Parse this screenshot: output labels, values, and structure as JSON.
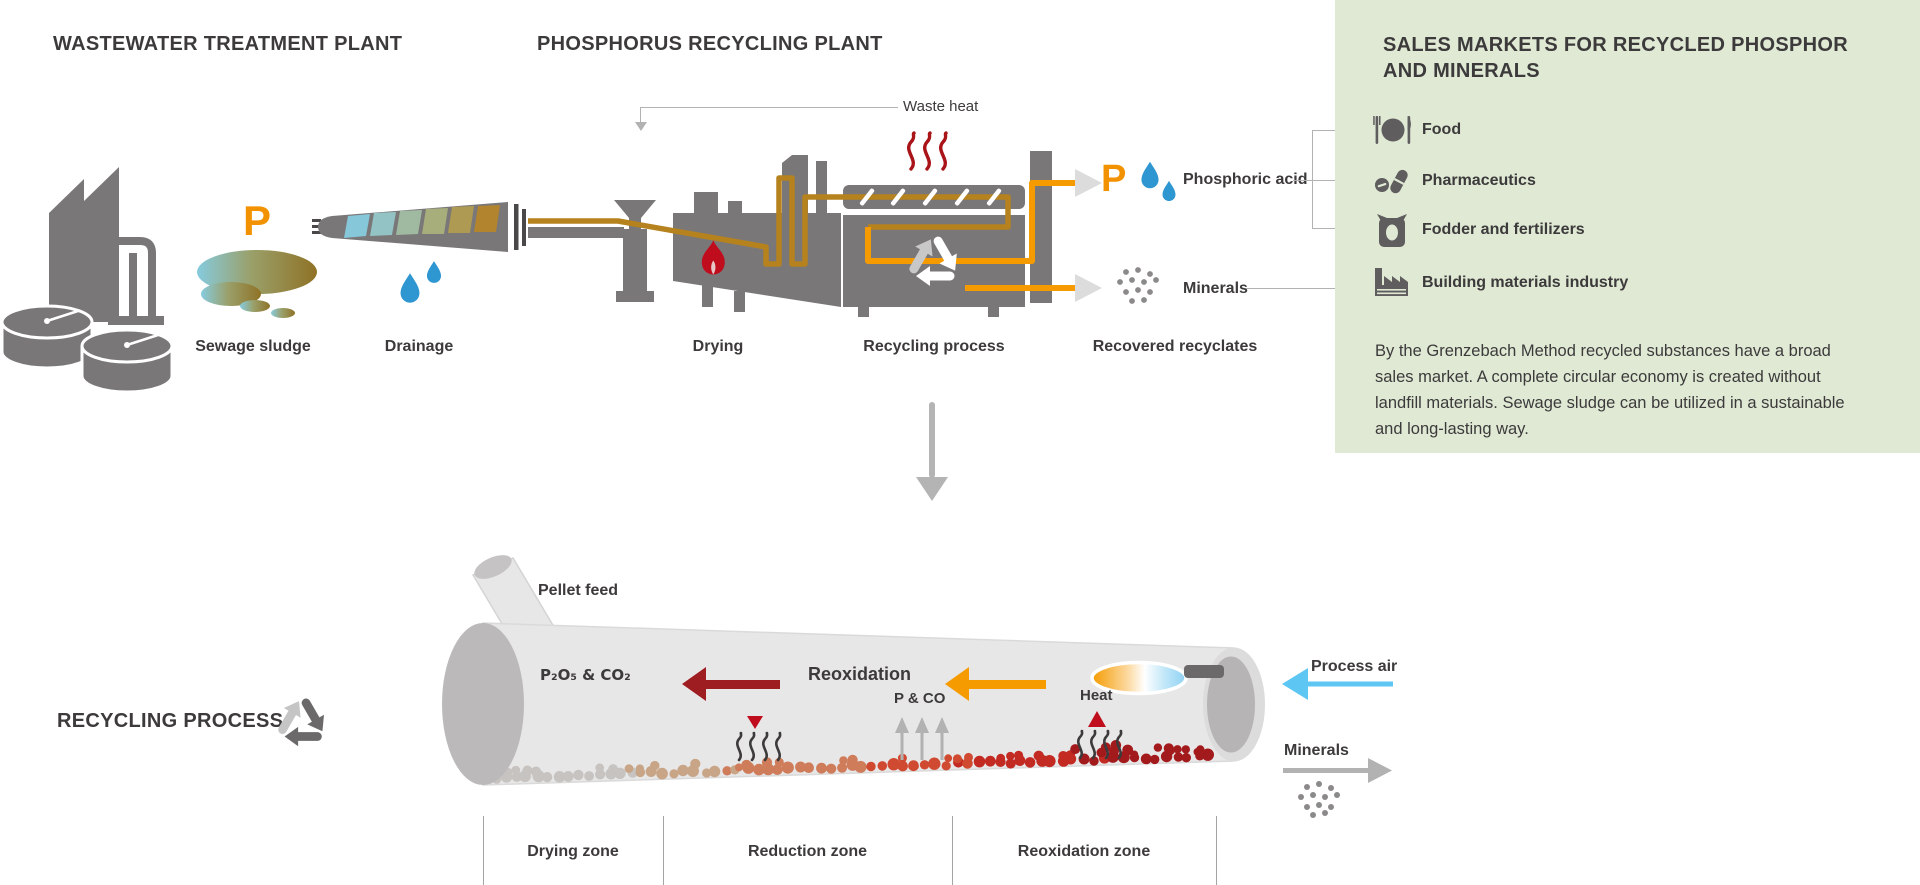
{
  "top": {
    "wastewater": {
      "title": "WASTEWATER TREATMENT PLANT",
      "p": "P",
      "sewage_label": "Sewage sludge",
      "drainage_label": "Drainage"
    },
    "plant": {
      "title": "PHOSPHORUS RECYCLING PLANT",
      "waste_heat": "Waste heat",
      "drying_label": "Drying",
      "recycling_label": "Recycling process",
      "recovered_label": "Recovered recyclates",
      "phos_p": "P",
      "phos_label": "Phosphoric acid",
      "minerals_label": "Minerals"
    },
    "sales": {
      "title1": "SALES MARKETS FOR RECYCLED PHOSPHOR",
      "title2": "AND MINERALS",
      "items": [
        {
          "label": "Food"
        },
        {
          "label": "Pharmaceutics"
        },
        {
          "label": "Fodder and fertilizers"
        },
        {
          "label": "Building materials industry"
        }
      ],
      "description": "By the Grenzebach Method recycled substances have a broad sales market. A complete circular economy is created without landfill materials. Sewage sludge can be utilized in a sustainable and long-lasting way."
    }
  },
  "bottom": {
    "title": "RECYCLING PROCESS",
    "pellet_feed": "Pellet feed",
    "p2o5": "P₂O₅ & CO₂",
    "reoxidation": "Reoxidation",
    "p_co": "P & CO",
    "heat": "Heat",
    "process_air": "Process air",
    "minerals": "Minerals",
    "zones": [
      {
        "label": "Drying zone"
      },
      {
        "label": "Reduction zone"
      },
      {
        "label": "Reoxidation zone"
      }
    ]
  },
  "colors": {
    "machine_grey": "#7a7779",
    "accent_orange": "#f59b00",
    "pipe_ochre": "#b5821e",
    "flame_red": "#c00d1e",
    "heat_red": "#a81418",
    "drop_blue": "#2e96d0",
    "process_air_blue": "#5ec6f3",
    "panel_green": "#dfe9d4",
    "text_dark": "#3c3a3b",
    "light_grey": "#b2b2b2"
  }
}
